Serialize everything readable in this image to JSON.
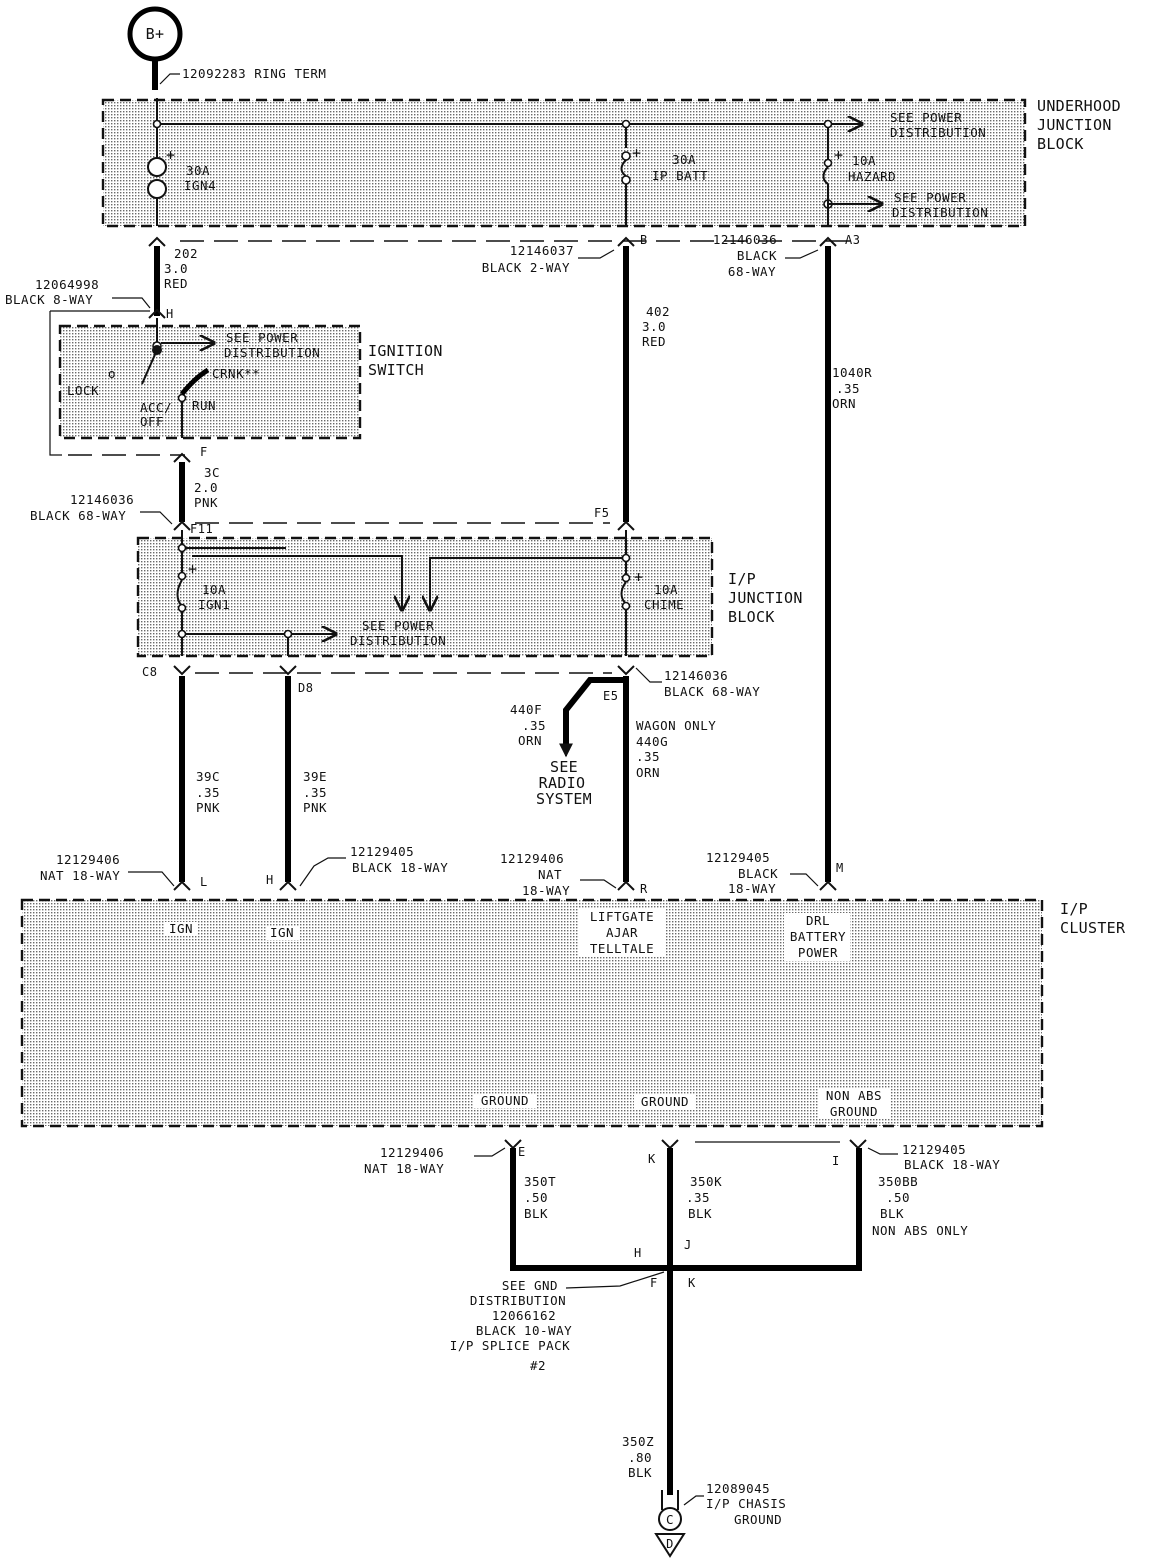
{
  "battery": {
    "label": "B+",
    "ring_term": "12092283 RING TERM"
  },
  "underhood_block": {
    "title": [
      "UNDERHOOD",
      "JUNCTION",
      "BLOCK"
    ],
    "fuse_ign4": [
      "30A",
      "IGN4"
    ],
    "fuse_ipbatt": [
      "30A",
      "IP BATT"
    ],
    "fuse_hazard": [
      "10A",
      "HAZARD"
    ],
    "power_dist_1": [
      "SEE POWER",
      "DISTRIBUTION"
    ],
    "power_dist_2": [
      "SEE POWER",
      "DISTRIBUTION"
    ],
    "pin_a3": "A3",
    "pin_b": "B"
  },
  "connectors": {
    "c_2way": [
      "12146037",
      "BLACK 2-WAY"
    ],
    "c_68way_a3": [
      "12146036",
      "BLACK",
      "68-WAY"
    ],
    "c_8way": [
      "12064998",
      "BLACK 8-WAY"
    ],
    "c_68way_f": [
      "12146036",
      "BLACK 68-WAY"
    ],
    "c_68way_e5": [
      "12146036",
      "BLACK 68-WAY"
    ],
    "c_nat18_l": [
      "12129406",
      "NAT 18-WAY"
    ],
    "c_black18_h": [
      "12129405",
      "BLACK 18-WAY"
    ],
    "c_nat18_r": [
      "12129406",
      "NAT",
      "18-WAY"
    ],
    "c_black18_m": [
      "12129405",
      "BLACK",
      "18-WAY"
    ],
    "c_nat18_e": [
      "12129406",
      "NAT 18-WAY"
    ],
    "c_black18_i": [
      "12129405",
      "BLACK 18-WAY"
    ]
  },
  "wires": {
    "w202": [
      "202",
      "3.0",
      "RED"
    ],
    "w402": [
      "402",
      "3.0",
      "RED"
    ],
    "w1040r": [
      "1040R",
      ".35",
      "ORN"
    ],
    "w3c": [
      "3C",
      "2.0",
      "PNK"
    ],
    "w39c": [
      "39C",
      ".35",
      "PNK"
    ],
    "w39e": [
      "39E",
      ".35",
      "PNK"
    ],
    "w440f": [
      "440F",
      ".35",
      "ORN"
    ],
    "w440g": [
      "WAGON ONLY",
      "440G",
      ".35",
      "ORN"
    ],
    "w350t": [
      "350T",
      ".50",
      "BLK"
    ],
    "w350k": [
      "350K",
      ".35",
      "BLK"
    ],
    "w350bb": [
      "350BB",
      ".50",
      "BLK",
      "NON ABS ONLY"
    ],
    "w350z": [
      "350Z",
      ".80",
      "BLK"
    ]
  },
  "ignition_switch": {
    "title": [
      "IGNITION",
      "SWITCH"
    ],
    "power_dist": [
      "SEE POWER",
      "DISTRIBUTION"
    ],
    "lock": "LOCK",
    "acc_off": [
      "ACC/",
      "OFF"
    ],
    "run": "RUN",
    "crnk": "CRNK**",
    "pin_h": "H",
    "pin_f": "F",
    "mark_o": "o"
  },
  "ip_junction_block": {
    "title": [
      "I/P",
      "JUNCTION",
      "BLOCK"
    ],
    "fuse_ign1": [
      "10A",
      "IGN1"
    ],
    "fuse_chime": [
      "10A",
      "CHIME"
    ],
    "power_dist": [
      "SEE POWER",
      "DISTRIBUTION"
    ],
    "pin_f11": "F11",
    "pin_f5": "F5",
    "pin_c8": "C8",
    "pin_d8": "D8",
    "pin_e5": "E5"
  },
  "radio": [
    "SEE",
    "RADIO",
    "SYSTEM"
  ],
  "ip_cluster": {
    "title": [
      "I/P",
      "CLUSTER"
    ],
    "ign_1": "IGN",
    "ign_2": "IGN",
    "liftgate": [
      "LIFTGATE",
      "AJAR",
      "TELLTALE"
    ],
    "drl": [
      "DRL",
      "BATTERY",
      "POWER"
    ],
    "ground_1": "GROUND",
    "ground_2": "GROUND",
    "non_abs_ground": [
      "NON ABS",
      "GROUND"
    ],
    "pin_l": "L",
    "pin_h": "H",
    "pin_r": "R",
    "pin_m": "M",
    "pin_e": "E",
    "pin_k": "K",
    "pin_i": "I"
  },
  "splice_pack": {
    "label": [
      "SEE GND",
      "DISTRIBUTION",
      "12066162",
      "BLACK 10-WAY",
      "I/P SPLICE PACK",
      "#2"
    ],
    "pin_h": "H",
    "pin_j": "J",
    "pin_f": "F",
    "pin_k": "K"
  },
  "ground": {
    "label": [
      "12089045",
      "I/P CHASIS",
      "GROUND"
    ],
    "symbol": "C",
    "tag": "D"
  }
}
